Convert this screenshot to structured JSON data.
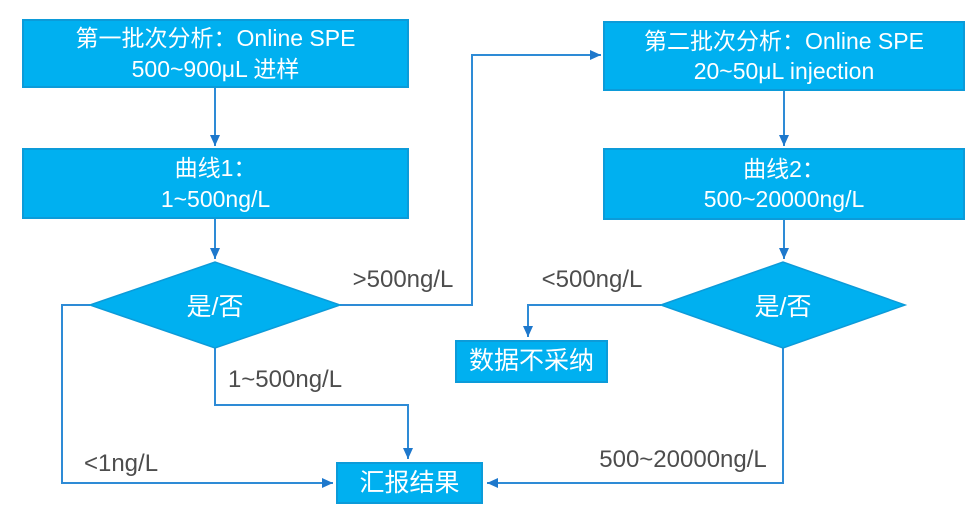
{
  "flowchart": {
    "colors": {
      "node_fill": "#00B0F0",
      "node_border": "#0C9BD9",
      "node_text": "#FFFFFF",
      "connector": "#2E8BD6",
      "arrowhead": "#1E78CC",
      "edge_label_text": "#4D4D4D",
      "background": "#FFFFFF"
    },
    "nodes": {
      "batch1": {
        "line1": "第一批次分析：Online SPE",
        "line2": "500~900μL 进样"
      },
      "curve1": {
        "line1": "曲线1：",
        "line2": "1~500ng/L"
      },
      "batch2": {
        "line1": "第二批次分析：Online SPE",
        "line2": "20~50μL injection"
      },
      "curve2": {
        "line1": "曲线2：",
        "line2": "500~20000ng/L"
      },
      "decision1": {
        "label": "是/否"
      },
      "decision2": {
        "label": "是/否"
      },
      "reject": {
        "label": "数据不采纳"
      },
      "report": {
        "label": "汇报结果"
      }
    },
    "edge_labels": {
      "gt500": ">500ng/L",
      "lt500": "<500ng/L",
      "range1": "1~500ng/L",
      "lt1": "<1ng/L",
      "range2": "500~20000ng/L"
    }
  }
}
